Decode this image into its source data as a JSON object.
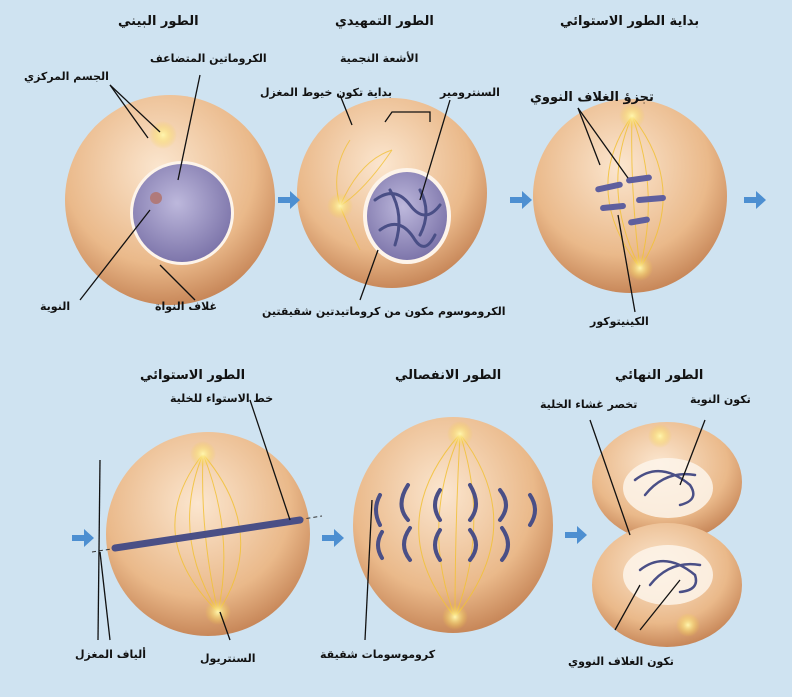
{
  "stages": {
    "interphase": "الطور البيني",
    "prophase": "الطور التمهيدي",
    "prometaphase": "بداية الطور الاستوائي",
    "metaphase": "الطور الاستوائي",
    "anaphase": "الطور الانفصالي",
    "telophase": "الطور النهائي"
  },
  "labels": {
    "centrosome": "الجسم المركزي",
    "duplicated_chromatin": "الكروماتين المتضاعف",
    "nucleolus": "النوية",
    "nuclear_envelope": "غلاف النواة",
    "aster": "الأشعة النجمية",
    "spindle_start": "بداية تكون خيوط المغزل",
    "centromere": "السنترومير",
    "chromosome_two_chromatids": "الكروموسوم مكون من كروماتيدتين شقيقتين",
    "envelope_breakdown": "تجزؤ الغلاف النووي",
    "kinetochore": "الكينيتوكور",
    "equator_line": "خط الاستواء للخلية",
    "spindle_fibers": "ألياف المغزل",
    "centriole": "السنتريول",
    "sister_chromosomes": "كروموسومات شقيقة",
    "membrane_pinching": "تخصر غشاء الخلية",
    "nucleolus_forming": "تكون النوية",
    "envelope_forming": "تكون الغلاف النووي"
  },
  "colors": {
    "background": "#cfe3f1",
    "cell": "#e9b98a",
    "nucleus": "#8f87b8",
    "chromosome": "#4a4f86",
    "centrosome": "#ffe27a",
    "arrow": "#4d8fd1"
  }
}
